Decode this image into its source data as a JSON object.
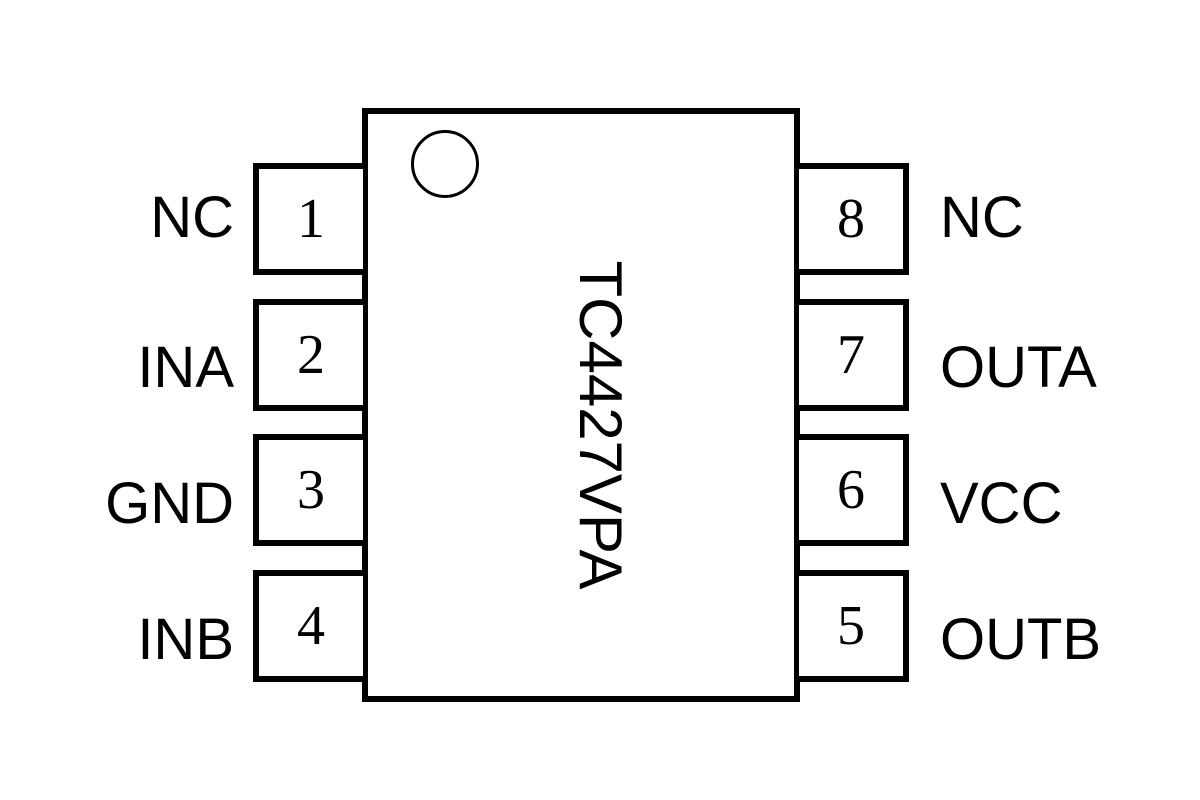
{
  "part_number": "TC4427VPA",
  "left_pins": [
    {
      "number": "1",
      "name": "NC"
    },
    {
      "number": "2",
      "name": "INA"
    },
    {
      "number": "3",
      "name": "GND"
    },
    {
      "number": "4",
      "name": "INB"
    }
  ],
  "right_pins": [
    {
      "number": "8",
      "name": "NC"
    },
    {
      "number": "7",
      "name": "OUTA"
    },
    {
      "number": "6",
      "name": "VCC"
    },
    {
      "number": "5",
      "name": "OUTB"
    }
  ]
}
